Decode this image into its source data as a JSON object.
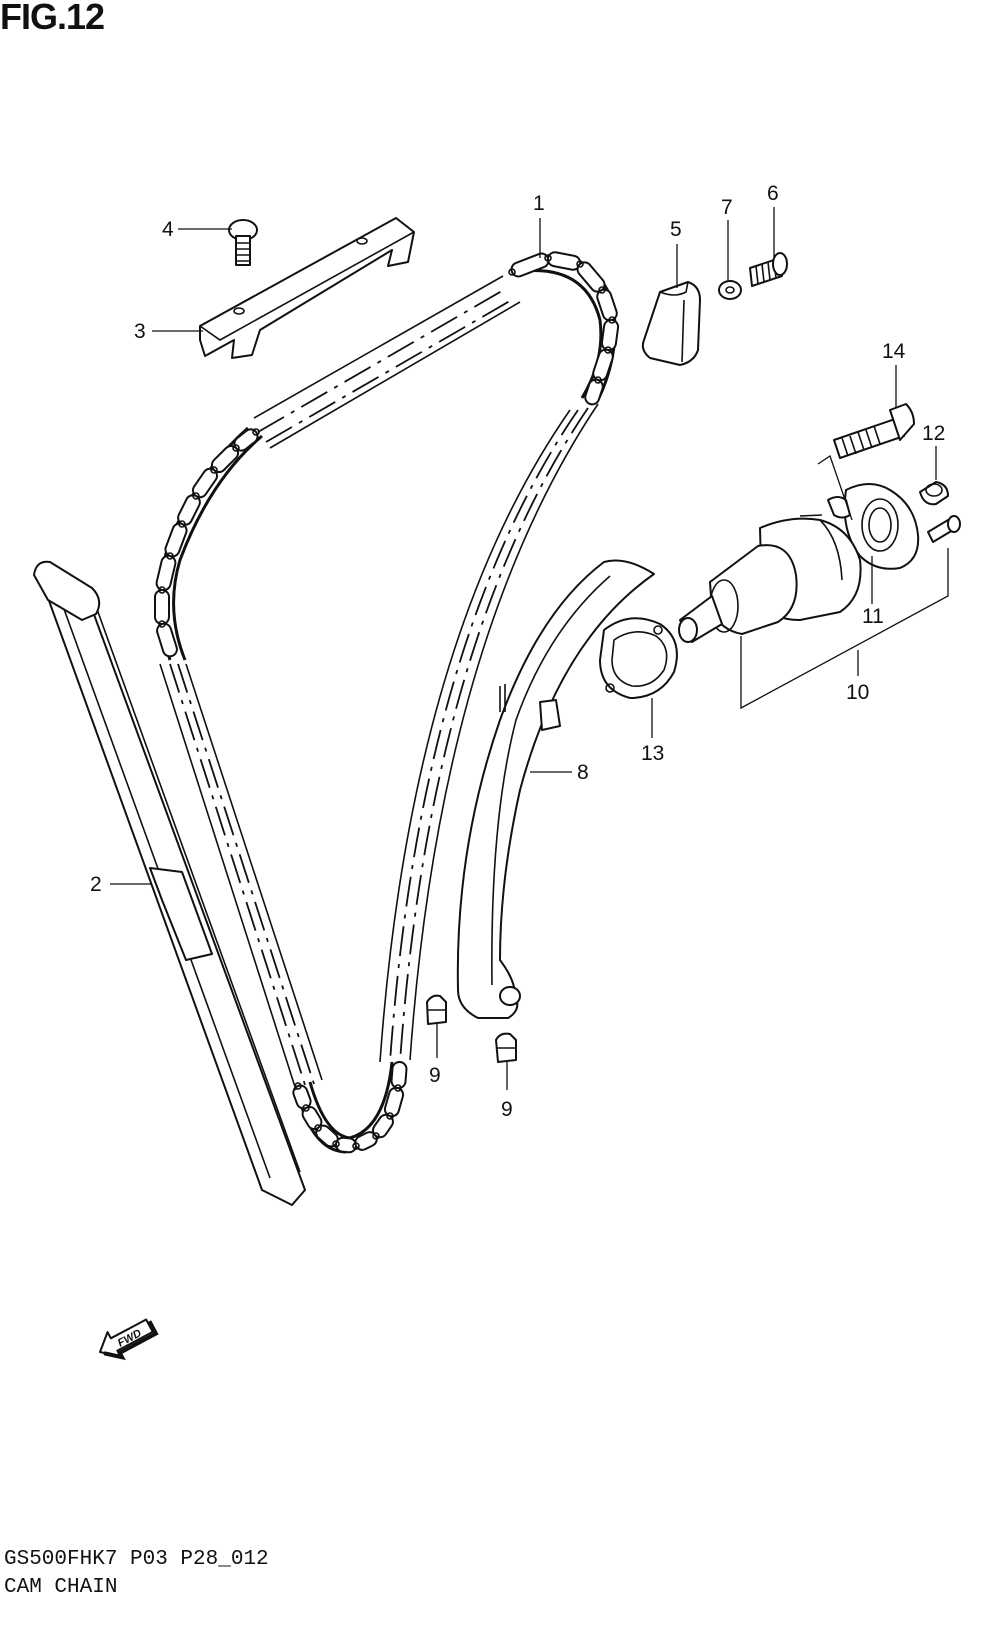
{
  "figure": {
    "title": "FIG.12"
  },
  "labels": {
    "p1": "1",
    "p2": "2",
    "p3": "3",
    "p4": "4",
    "p5": "5",
    "p6": "6",
    "p7": "7",
    "p8": "8",
    "p9a": "9",
    "p9b": "9",
    "p10": "10",
    "p11": "11",
    "p12": "12",
    "p13": "13",
    "p14": "14"
  },
  "fwd": "FWD",
  "footer": {
    "code": "GS500FHK7 P03 P28_012",
    "name": "CAM  CHAIN"
  }
}
